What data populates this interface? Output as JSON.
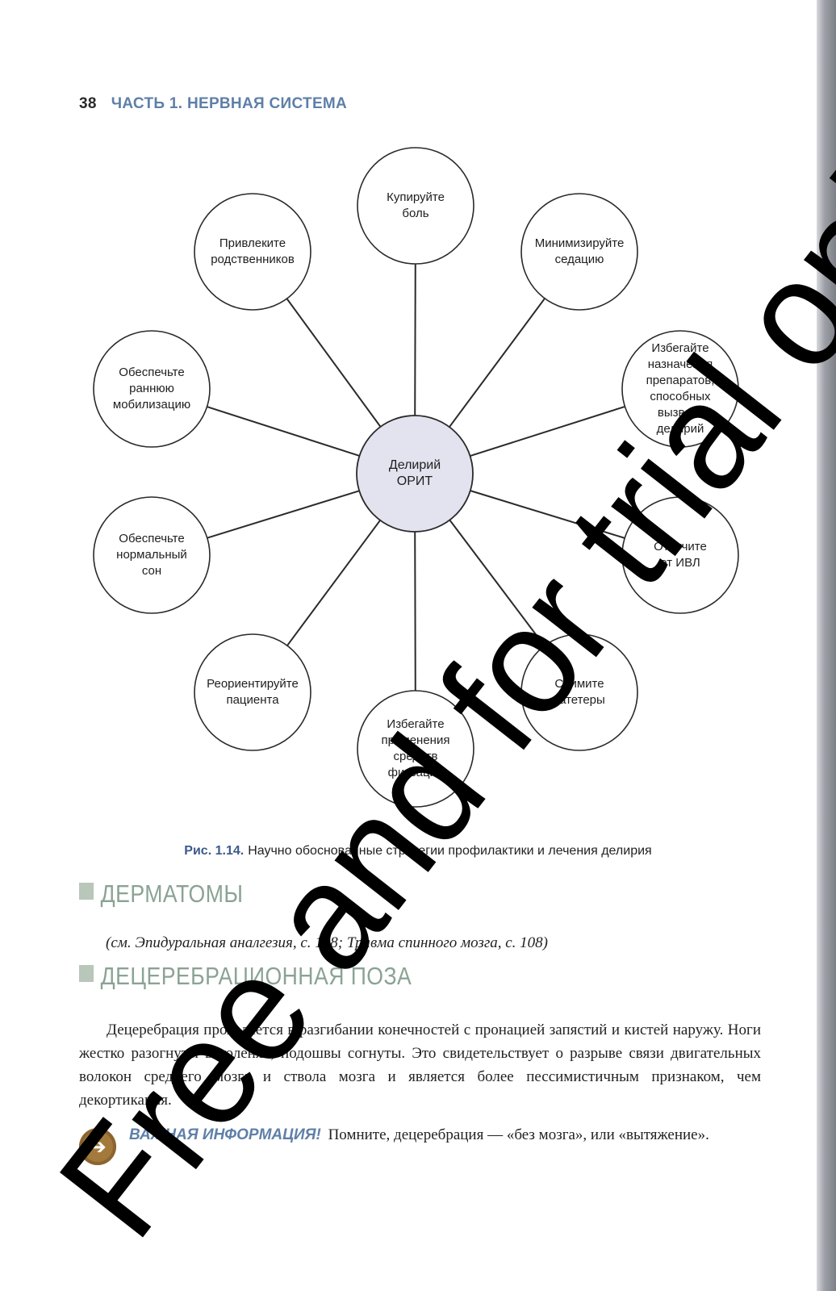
{
  "header": {
    "page_number": "38",
    "part_title": "ЧАСТЬ 1. НЕРВНАЯ СИСТЕМА"
  },
  "diagram": {
    "center": "Делирий\nОРИТ",
    "nodes": [
      "Купируйте\nболь",
      "Минимизируйте\nседацию",
      "Избегайте\nназначения\nпрепаратов,\nспособных\nвызвать\nделирий",
      "Отлучите\nот ИВЛ",
      "Снимите\nкатетеры",
      "Избегайте\nприменения\nсредств\nфиксации",
      "Реориентируйте\nпациента",
      "Обеспечьте\nнормальный\nсон",
      "Обеспечьте\nраннюю\nмобилизацию",
      "Привлеките\nродственников"
    ]
  },
  "figure": {
    "number": "Рис. 1.14.",
    "caption": "Научно обоснованные стратегии профилактики и лечения делирия"
  },
  "sections": [
    {
      "title": "ДЕРМАТОМЫ",
      "xref": "(см. Эпидуральная аналгезия, с. 128; Травма спинного мозга, с. 108)"
    },
    {
      "title": "ДЕЦЕРЕБРАЦИОННАЯ ПОЗА",
      "body": "Децеребрация проявляется в разгибании конечностей с пронацией запястий и кистей наружу. Ноги жестко разогнуты в коленях, подошвы согнуты. Это свидетельствует о разрыве связи двигательных волокон среднего мозга и ствола мозга и является более пессимистичным признаком, чем декортикация."
    }
  ],
  "note": {
    "label": "ВАЖНАЯ ИНФОРМАЦИЯ!",
    "text": "Помните, децеребрация — «без мозга», или «вытяжение»."
  },
  "watermark": "Free and for trial only",
  "colors": {
    "heading_blue": "#5f7fa8",
    "section_green": "#8aa393",
    "center_fill": "#e3e3ef",
    "note_icon": "#a47a3c"
  }
}
